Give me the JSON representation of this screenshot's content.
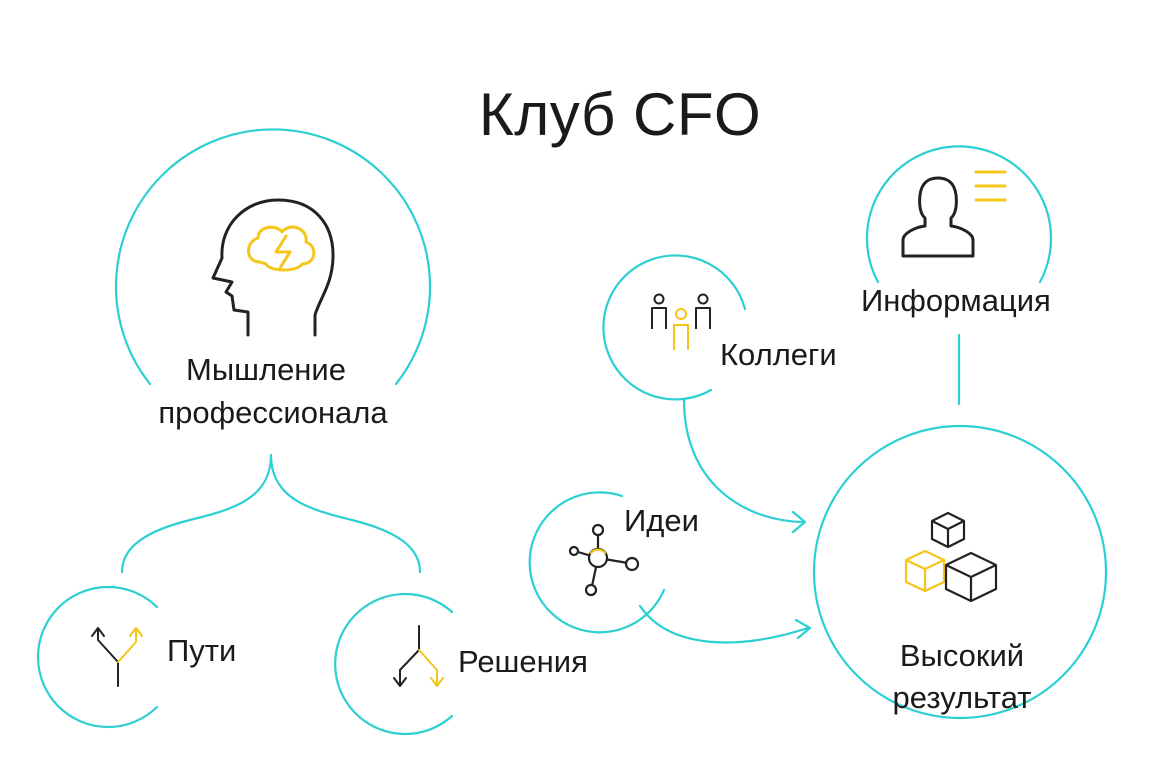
{
  "title": "Клуб CFO",
  "nodes": {
    "thinking": {
      "line1": "Мышление",
      "line2": "профессионала"
    },
    "paths": {
      "label": "Пути"
    },
    "solutions": {
      "label": "Решения"
    },
    "ideas": {
      "label": "Идеи"
    },
    "colleagues": {
      "label": "Коллеги"
    },
    "information": {
      "label": "Информация"
    },
    "result": {
      "line1": "Высокий",
      "line2": "результат"
    }
  },
  "colors": {
    "ring": "#2ccfd2",
    "accent": "#f5c518",
    "ink": "#222222"
  },
  "icons": {
    "thinking": "head-with-lightning-icon",
    "paths": "fork-paths-up-icon",
    "solutions": "fork-paths-down-icon",
    "ideas": "network-nodes-icon",
    "colleagues": "group-of-people-icon",
    "information": "person-profile-lines-icon",
    "result": "stacked-cubes-icon"
  }
}
